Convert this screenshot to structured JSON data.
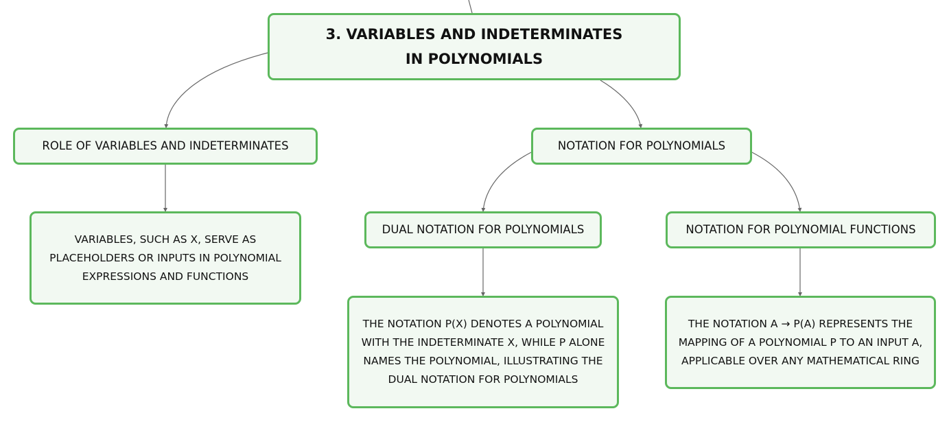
{
  "diagram": {
    "root": {
      "label": "3. VARIABLES AND INDETERMINATES IN POLYNOMIALS"
    },
    "role": {
      "label": "ROLE OF VARIABLES AND INDETERMINATES"
    },
    "role_detail": {
      "label": "VARIABLES, SUCH AS X, SERVE AS PLACEHOLDERS OR INPUTS IN POLYNOMIAL EXPRESSIONS AND FUNCTIONS"
    },
    "notation": {
      "label": "NOTATION FOR POLYNOMIALS"
    },
    "dual": {
      "label": "DUAL NOTATION FOR POLYNOMIALS"
    },
    "dual_detail": {
      "label": "THE NOTATION P(X) DENOTES A POLYNOMIAL WITH THE INDETERMINATE X, WHILE P ALONE NAMES THE POLYNOMIAL, ILLUSTRATING THE DUAL NOTATION FOR POLYNOMIALS"
    },
    "functions": {
      "label": "NOTATION FOR POLYNOMIAL FUNCTIONS"
    },
    "functions_detail": {
      "label": "THE NOTATION A → P(A) REPRESENTS THE MAPPING OF A POLYNOMIAL P TO AN INPUT A, APPLICABLE OVER ANY MATHEMATICAL RING"
    }
  },
  "colors": {
    "node_border": "#5cb85c",
    "node_fill": "#f2f9f2",
    "connector": "#666666",
    "text": "#111111"
  }
}
